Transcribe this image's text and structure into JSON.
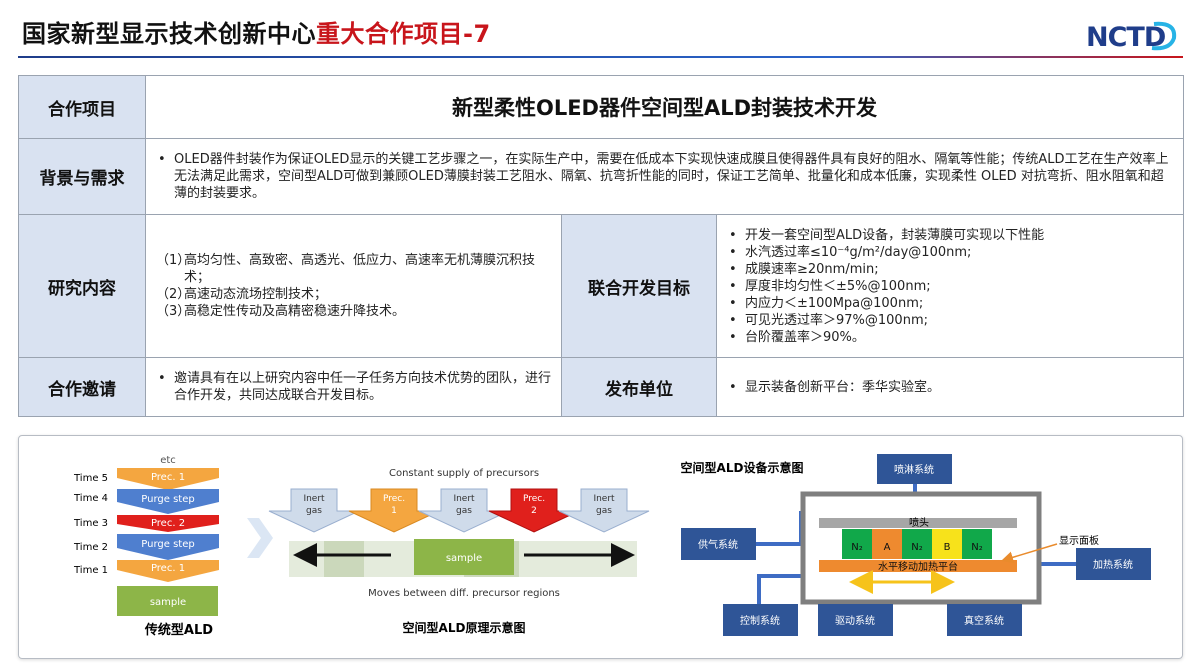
{
  "header": {
    "title_part1": "国家新型显示技术创新中心",
    "title_part2": "重大合作项目-7",
    "logo_text": "NCTD"
  },
  "table": {
    "row_project": {
      "label": "合作项目",
      "value": "新型柔性OLED器件空间型ALD封装技术开发"
    },
    "row_background": {
      "label": "背景与需求",
      "bullets": [
        "OLED器件封装作为保证OLED显示的关键工艺步骤之一，在实际生产中，需要在低成本下实现快速成膜且使得器件具有良好的阻水、隔氧等性能；传统ALD工艺在生产效率上无法满足此需求，空间型ALD可做到兼顾OLED薄膜封装工艺阻水、隔氧、抗弯折性能的同时，保证工艺简单、批量化和成本低廉，实现柔性 OLED 对抗弯折、阻水阻氧和超薄的封装要求。"
      ]
    },
    "row_research": {
      "label": "研究内容",
      "items": [
        {
          "num": "（1）",
          "text": "高均匀性、高致密、高透光、低应力、高速率无机薄膜沉积技术；"
        },
        {
          "num": "（2）",
          "text": "高速动态流场控制技术；"
        },
        {
          "num": "（3）",
          "text": "高稳定性传动及高精密稳速升降技术。"
        }
      ],
      "goal_label": "联合开发目标",
      "goal_items": [
        "开发一套空间型ALD设备，封装薄膜可实现以下性能",
        "水汽透过率≤10⁻⁴g/m²/day@100nm;",
        "成膜速率≥20nm/min;",
        "厚度非均匀性＜±5%@100nm;",
        "内应力＜±100Mpa@100nm;",
        "可见光透过率＞97%@100nm;",
        "台阶覆盖率＞90%。"
      ]
    },
    "row_invite": {
      "label": "合作邀请",
      "bullets": [
        "邀请具有在以上研究内容中任一子任务方向技术优势的团队，进行合作开发，共同达成联合开发目标。"
      ],
      "publisher_label": "发布单位",
      "publisher_items": [
        "显示装备创新平台：季华实验室。"
      ]
    }
  },
  "diagram": {
    "traditional": {
      "caption": "传统型ALD",
      "etc": "etc",
      "times": [
        "Time 5",
        "Time 4",
        "Time 3",
        "Time 2",
        "Time 1"
      ],
      "steps": [
        "Prec. 1",
        "Purge step",
        "Prec. 2",
        "Purge step",
        "Prec. 1"
      ],
      "sample": "sample"
    },
    "spatial": {
      "caption": "空间型ALD原理示意图",
      "top_label": "Constant supply of precursors",
      "bottom_label": "Moves between diff. precursor regions",
      "arrows": [
        "Inert\ngas",
        "Prec.\n1",
        "Inert\ngas",
        "Prec.\n2",
        "Inert\ngas"
      ],
      "sample": "sample"
    },
    "equipment": {
      "title": "空间型ALD设备示意图",
      "spray": "喷淋系统",
      "gas": "供气系统",
      "heat": "加热系统",
      "control": "控制系统",
      "drive": "驱动系统",
      "vacuum": "真空系统",
      "nozzle": "喷头",
      "platform": "水平移动加热平台",
      "panel": "显示面板",
      "cells": [
        "N₂",
        "A",
        "N₂",
        "B",
        "N₂"
      ]
    }
  },
  "colors": {
    "accent_red": "#c8151b",
    "label_bg": "#d9e2f1",
    "system_box": "#2f5597",
    "prec1": "#f4a640",
    "purge": "#4f7fcf",
    "prec2": "#e0201c",
    "sample": "#8db548"
  }
}
